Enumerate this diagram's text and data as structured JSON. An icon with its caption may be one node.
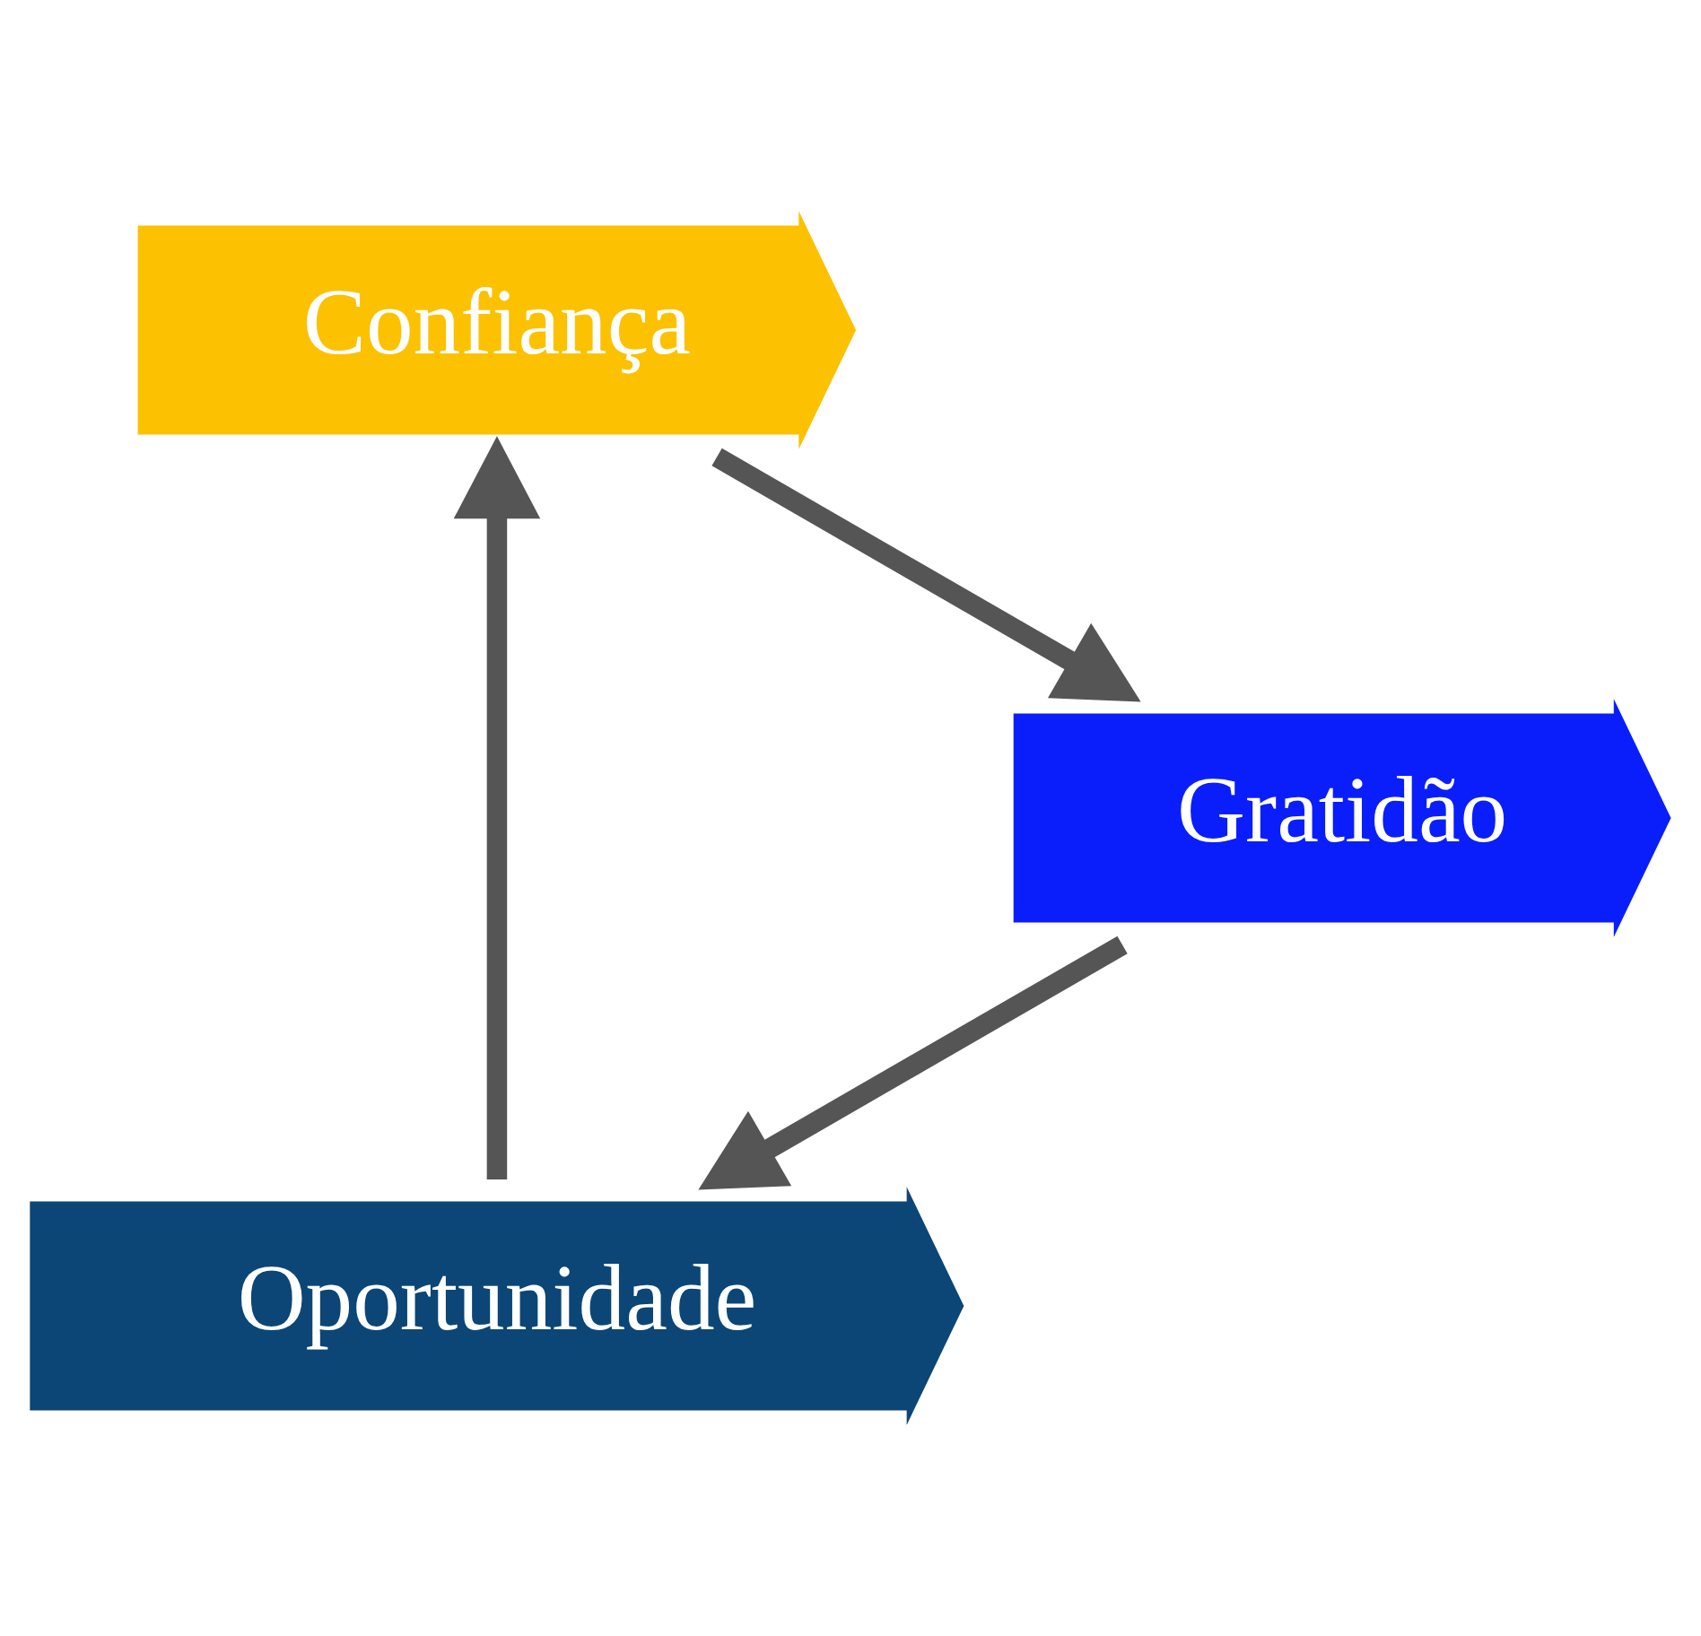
{
  "diagram": {
    "nodes": [
      {
        "text": [
          "Oportunidade"
        ]
      },
      {
        "text": [
          "Confiança"
        ]
      },
      {
        "text": [
          "Gratidão"
        ]
      }
    ],
    "edges": [
      {
        "from": 0,
        "to": 1,
        "arrow": "to"
      },
      {
        "from": 1,
        "to": 2,
        "arrow": "to"
      },
      {
        "from": 2,
        "to": 0,
        "arrow": "to"
      }
    ]
  }
}
